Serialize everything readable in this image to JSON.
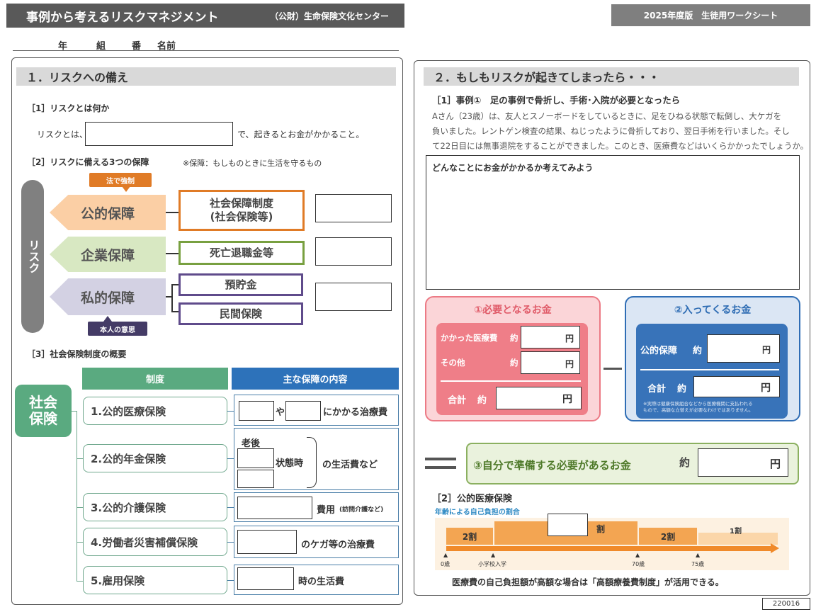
{
  "header": {
    "title": "事例から考えるリスクマネジメント",
    "org": "（公財）生命保険文化センター",
    "edition": "2025年度版　生徒用ワークシート"
  },
  "name_line": {
    "year": "年",
    "class": "組",
    "number": "番",
    "name": "名前"
  },
  "s1": {
    "title": "１．リスクへの備え",
    "q1": {
      "heading": "［1］リスクとは何か",
      "prefix": "リスクとは、",
      "suffix": "で、起きるとお金がかかること。"
    },
    "q2": {
      "heading": "［2］リスクに備える3つの保障",
      "note": "※保障：もしものときに生活を守るもの",
      "risk": "リスク",
      "tag_top": "法で強制",
      "tag_bottom": "本人の意思",
      "public": "公的保障",
      "public_box_l1": "社会保障制度",
      "public_box_l2": "(社会保険等)",
      "corp": "企業保障",
      "corp_box": "死亡退職金等",
      "private": "私的保障",
      "savings": "預貯金",
      "private_ins": "民間保険"
    },
    "q3": {
      "heading": "［3］社会保険制度の概要",
      "col1": "制度",
      "col2": "主な保障の内容",
      "badge_l1": "社会",
      "badge_l2": "保険",
      "rows": [
        {
          "label": "1.公的医療保険",
          "c1": "や",
          "c2": "にかかる治療費"
        },
        {
          "label": "2.公的年金保険",
          "old": "老後",
          "state": "状態時",
          "tail": "の生活費など"
        },
        {
          "label": "3.公的介護保険",
          "c1": "費用",
          "c2": "(訪問介護など)"
        },
        {
          "label": "4.労働者災害補償保険",
          "c1": "のケガ等の治療費"
        },
        {
          "label": "5.雇用保険",
          "c1": "時の生活費"
        }
      ]
    }
  },
  "s2": {
    "title": "２．もしもリスクが起きてしまったら・・・",
    "case": {
      "heading": "［1］事例①　足の事例で骨折し、手術･入院が必要となったら",
      "l1": "Aさん（23歳）は、友人とスノーボードをしているときに、足をひねる状態で転倒し、大ケガを",
      "l2": "負いました。レントゲン検査の結果、ねじったように骨折しており、翌日手術を行いました。そし",
      "l3": "て22日目には無事退院をすることができました。このとき、医療費などはいくらかかったでしょうか。"
    },
    "think": "どんなことにお金がかかるか考えてみよう",
    "need": {
      "title": "①必要となるお金",
      "med": "かかった医療費",
      "other": "その他",
      "total": "合計",
      "approx": "約",
      "yen": "円"
    },
    "income": {
      "title": "②入ってくるお金",
      "public": "公的保障",
      "total": "合計",
      "approx": "約",
      "yen": "円",
      "note_l1": "※実際は健康保険組合などから医療機関に支払われる",
      "note_l2": "もので、高額な立替えが必要なわけではありません。"
    },
    "self": {
      "title": "③自分で準備する必要があるお金",
      "approx": "約",
      "yen": "円"
    },
    "q2": {
      "heading": "［2］公的医療保険",
      "chart_title": "年齢による自己負担の割合",
      "p1": "2割",
      "p2": "割",
      "p3": "2割",
      "p4": "1割",
      "age0": "0歳",
      "age_school": "小学校入学",
      "age70": "70歳",
      "age75": "75歳"
    },
    "footer": "医療費の自己負担額が高額な場合は「高額療養費制度」が活用できる。"
  },
  "code": "220016"
}
